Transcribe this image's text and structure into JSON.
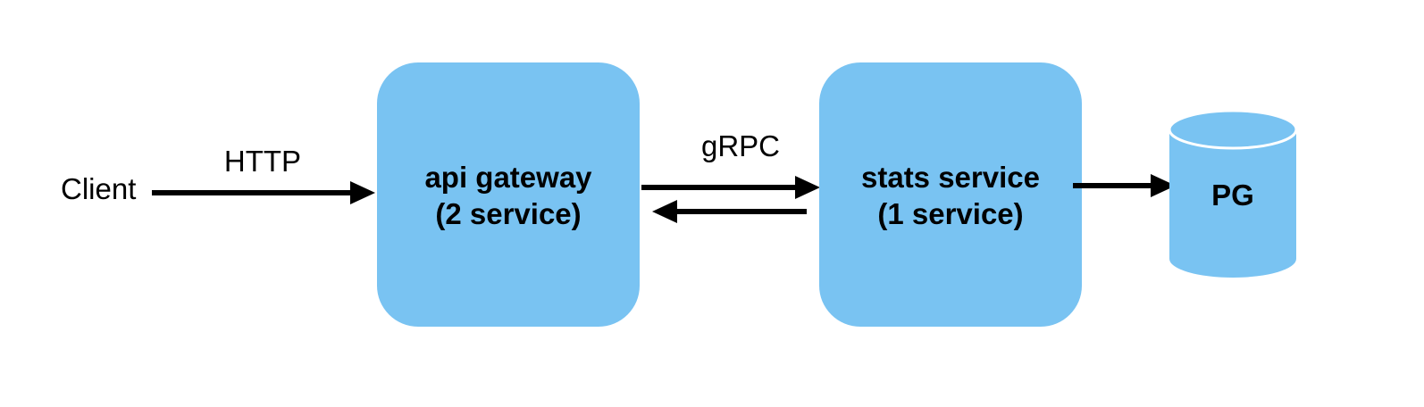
{
  "colors": {
    "node_fill": "#79c3f2",
    "db_top_fill": "#79c3f2",
    "db_top_stroke": "#ffffff",
    "edge": "#000000",
    "background": "#ffffff"
  },
  "nodes": {
    "client": {
      "label": "Client"
    },
    "api_gateway": {
      "line1": "api gateway",
      "line2": "(2 service)"
    },
    "stats_service": {
      "line1": "stats service",
      "line2": "(1 service)"
    },
    "pg": {
      "label": "PG",
      "shape": "database-cylinder"
    }
  },
  "edges": {
    "client_to_gateway": {
      "label": "HTTP",
      "from": "Client",
      "to": "api gateway"
    },
    "gateway_to_stats": {
      "label": "gRPC",
      "from": "api gateway",
      "to": "stats service"
    },
    "stats_to_gateway": {
      "label": "",
      "from": "stats service",
      "to": "api gateway"
    },
    "stats_to_pg": {
      "label": "",
      "from": "stats service",
      "to": "PG"
    }
  }
}
